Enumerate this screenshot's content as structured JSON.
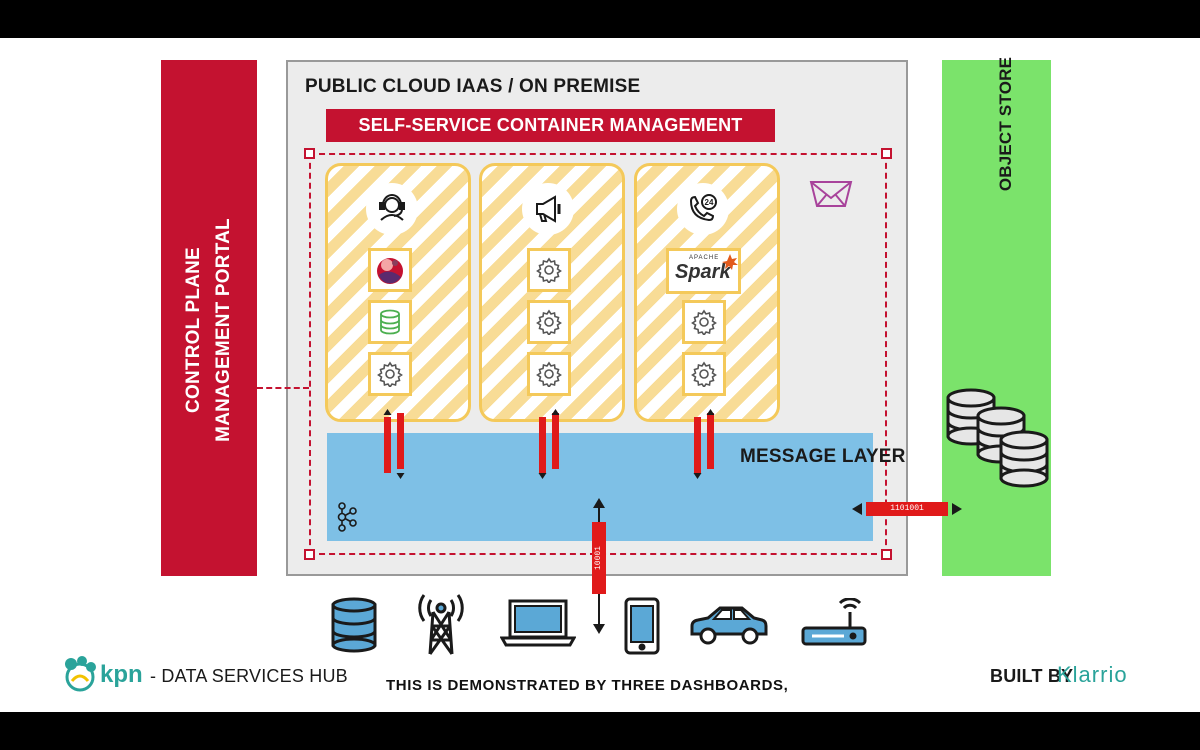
{
  "diagram": {
    "cloud_title": "PUBLIC CLOUD IAAS / ON PREMISE",
    "container_mgmt": "SELF-SERVICE CONTAINER MANAGEMENT",
    "control_plane_line1": "CONTROL PLANE",
    "control_plane_line2": "MANAGEMENT PORTAL",
    "object_store": "OBJECT STORE",
    "message_layer": "MESSAGE LAYER",
    "binary_horizontal": "1101001",
    "binary_vertical": "10001",
    "spark_apache": "APACHE",
    "spark_label": "Spark"
  },
  "footer": {
    "brand": "kpn",
    "hub_label": "- DATA SERVICES HUB",
    "caption": "THIS IS DEMONSTRATED BY THREE DASHBOARDS,",
    "built_by": "BUILT BY",
    "partner": "Klarrio"
  },
  "colors": {
    "red": "#c41230",
    "green": "#7be36b",
    "blue": "#7ec0e6",
    "yellow": "#f4c95a",
    "teal": "#2aa39a"
  },
  "icons": [
    "headset-icon",
    "megaphone-icon",
    "phone-24-icon",
    "gear-icon",
    "database-icon",
    "radio-tower-icon",
    "laptop-icon",
    "smartphone-icon",
    "car-icon",
    "router-icon",
    "kafka-icon",
    "envelope-icon",
    "object-store-disks-icon"
  ]
}
